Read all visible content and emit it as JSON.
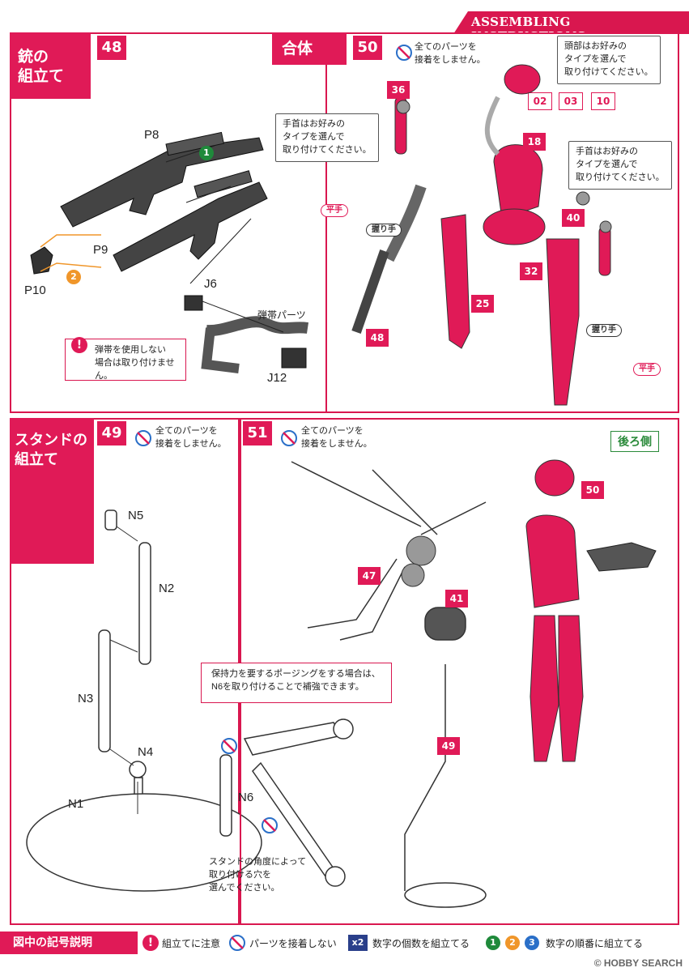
{
  "header": {
    "title": "ASSEMBLING INSTRUCTIONS"
  },
  "step48": {
    "number": "48",
    "title_line1": "銃の",
    "title_line2": "組立て",
    "parts": {
      "p8": "P8",
      "p9": "P9",
      "p10": "P10",
      "j6": "J6",
      "j12": "J12"
    },
    "ammo_belt_label": "弾帯パーツ",
    "order1": "1",
    "order2": "2",
    "warning_line1": "弾帯を使用しない",
    "warning_line2": "場合は取り付けません。"
  },
  "step50": {
    "number": "50",
    "title": "合体",
    "no_glue_line1": "全てのパーツを",
    "no_glue_line2": "接着をしません。",
    "head_note_line1": "頭部はお好みの",
    "head_note_line2": "タイプを選んで",
    "head_note_line3": "取り付けてください。",
    "head_options": [
      "02",
      "03",
      "10"
    ],
    "left_wrist_note_line1": "手首はお好みの",
    "left_wrist_note_line2": "タイプを選んで",
    "left_wrist_note_line3": "取り付けてください。",
    "right_wrist_note_line1": "手首はお好みの",
    "right_wrist_note_line2": "タイプを選んで",
    "right_wrist_note_line3": "取り付けてください。",
    "parts": {
      "p36": "36",
      "p18": "18",
      "p40": "40",
      "p32": "32",
      "p25": "25",
      "p48": "48"
    },
    "flat_hand": "平手",
    "grip_hand": "握り手",
    "grip_hand_right": "握り手",
    "flat_hand_right": "平手"
  },
  "step49": {
    "number": "49",
    "title_line1": "スタンドの",
    "title_line2": "組立て",
    "no_glue_line1": "全てのパーツを",
    "no_glue_line2": "接着をしません。",
    "parts": {
      "n1": "N1",
      "n2": "N2",
      "n3": "N3",
      "n4": "N4",
      "n5": "N5"
    }
  },
  "step51": {
    "number": "51",
    "no_glue_line1": "全てのパーツを",
    "no_glue_line2": "接着をしません。",
    "back_side": "後ろ側",
    "parts": {
      "p50": "50",
      "p47": "47",
      "p41": "41",
      "p49": "49"
    },
    "reinforce_line1": "保持力を要するポージングをする場合は、",
    "reinforce_line2": "N6を取り付けることで補強できます。",
    "n6": "N6",
    "angle_line1": "スタンドの角度によって",
    "angle_line2": "取り付ける穴を",
    "angle_line3": "選んでください。"
  },
  "legend": {
    "title": "図中の記号説明",
    "warn": "組立てに注意",
    "no_glue": "パーツを接着しない",
    "multiplier": "x2",
    "multiplier_text": "数字の個数を組立てる",
    "order_nums": [
      "1",
      "2",
      "3"
    ],
    "order_text": "数字の順番に組立てる"
  },
  "watermark": "© HOBBY SEARCH",
  "colors": {
    "accent": "#e01a57",
    "order1": "#1f8a3b",
    "order2": "#f0962a",
    "order3": "#2a6fc8"
  }
}
